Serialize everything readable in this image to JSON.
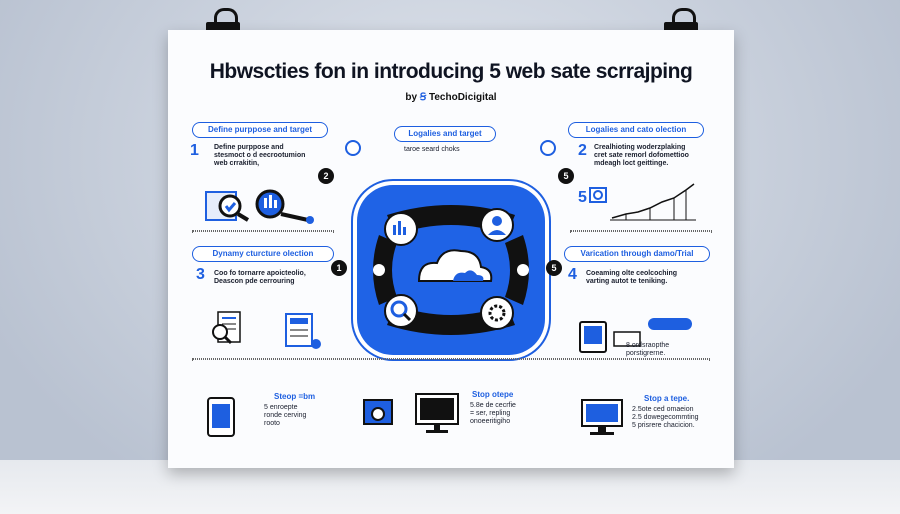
{
  "title": "Hbwscties fon in introducing 5 web  sate scrrajping",
  "byline_prefix": "by",
  "byline_brand": "TechoDicigital",
  "center_label": "Logalies and target",
  "center_sub": "taroe seard choks",
  "sections": [
    {
      "pill": "Define purppose and target",
      "number": "1",
      "text": "Define purppose and\nstesmoct o d eecrootumion\nweb crrakitin,"
    },
    {
      "pill": "Logalies and cato olection",
      "number": "2",
      "text": "Crealhioting woderzplaking\ncret sate remorl dofomettioo\nmdeagh loct geittinge."
    },
    {
      "pill": "Dynamy cturcture olection",
      "number": "3",
      "text": "Coo fo tornarre apoicteolio,\nDeascon pde cerrouring"
    },
    {
      "pill": "Varication through damo/Trial",
      "number": "4",
      "text": "Coeaming olte ceolcoching\nvarting autot te teniking."
    }
  ],
  "side_note": "8 ordsraopthe\nporstigrerne.",
  "bottom": [
    {
      "title": "Steop =bm",
      "text": "5 enroepte\nronde cerving\nrooto"
    },
    {
      "title": "Stop otepe",
      "text": "5.8e de cecrfie\n= ser, repling\nonoeeritigiho"
    },
    {
      "title": "Stop a tepe.",
      "text": "2.5ote ced omaeion\n2.5 dowegecommting\n5 prisrere chacicion."
    }
  ],
  "badges": [
    "2",
    "5",
    "1",
    "5"
  ],
  "colors": {
    "accent": "#1e5fe0",
    "hub": "#1f63e6",
    "ink": "#111111"
  }
}
